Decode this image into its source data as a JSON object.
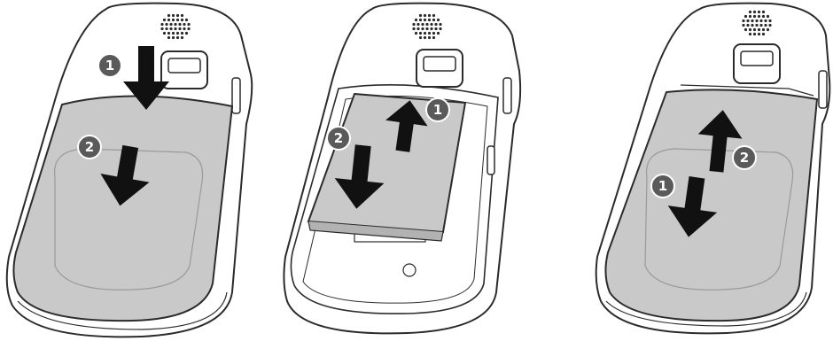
{
  "colors": {
    "background": "#ffffff",
    "outline": "#2b2b2b",
    "body_fill": "#ffffff",
    "cover_fill": "#c9c9c9",
    "arrow_fill": "#111111",
    "badge_fill": "#5a5a5a",
    "badge_ring": "#ffffff"
  },
  "panels": [
    {
      "name": "remove-back-cover",
      "steps": [
        {
          "number": "1",
          "arrow_direction": "down",
          "icon": "arrow-down-icon"
        },
        {
          "number": "2",
          "arrow_direction": "down",
          "icon": "arrow-down-icon"
        }
      ]
    },
    {
      "name": "insert-battery",
      "steps": [
        {
          "number": "1",
          "arrow_direction": "up",
          "icon": "arrow-up-icon"
        },
        {
          "number": "2",
          "arrow_direction": "down",
          "icon": "arrow-down-icon"
        }
      ]
    },
    {
      "name": "replace-back-cover",
      "steps": [
        {
          "number": "1",
          "arrow_direction": "down",
          "icon": "arrow-down-icon"
        },
        {
          "number": "2",
          "arrow_direction": "up",
          "icon": "arrow-up-icon"
        }
      ]
    }
  ]
}
